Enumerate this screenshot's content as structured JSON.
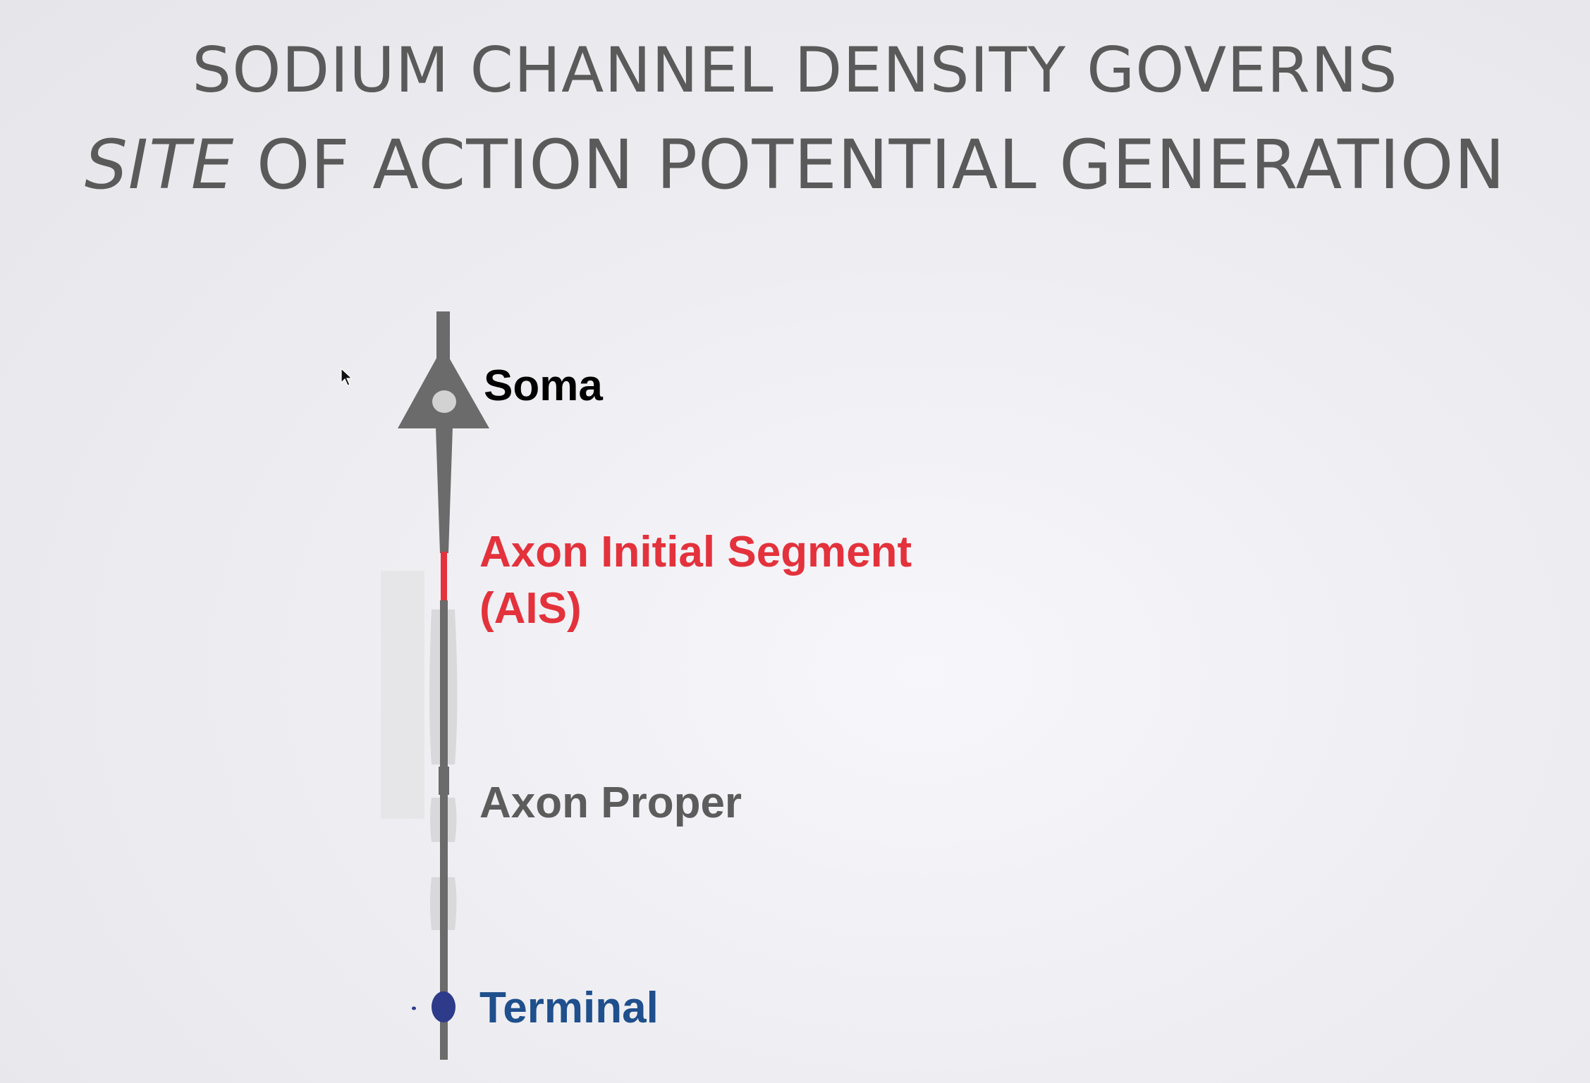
{
  "title": {
    "line1": "SODIUM CHANNEL DENSITY GOVERNS",
    "line2_em": "SITE",
    "line2_rest": "OF ACTION POTENTIAL GENERATION"
  },
  "labels": {
    "soma": "Soma",
    "ais_line1": "Axon Initial Segment",
    "ais_line2": "(AIS)",
    "axon_proper": "Axon Proper",
    "terminal": "Terminal"
  },
  "colors": {
    "title": "#5a5a5a",
    "neuron": "#696969",
    "soma_label": "#000000",
    "ais": "#e3323c",
    "axon_proper_label": "#5c5c5c",
    "terminal": "#1f4f8c",
    "terminal_bouton": "#2e3a8a",
    "myelin": "#dcdcdc"
  },
  "icons": {
    "cursor": "mouse-pointer-icon"
  }
}
